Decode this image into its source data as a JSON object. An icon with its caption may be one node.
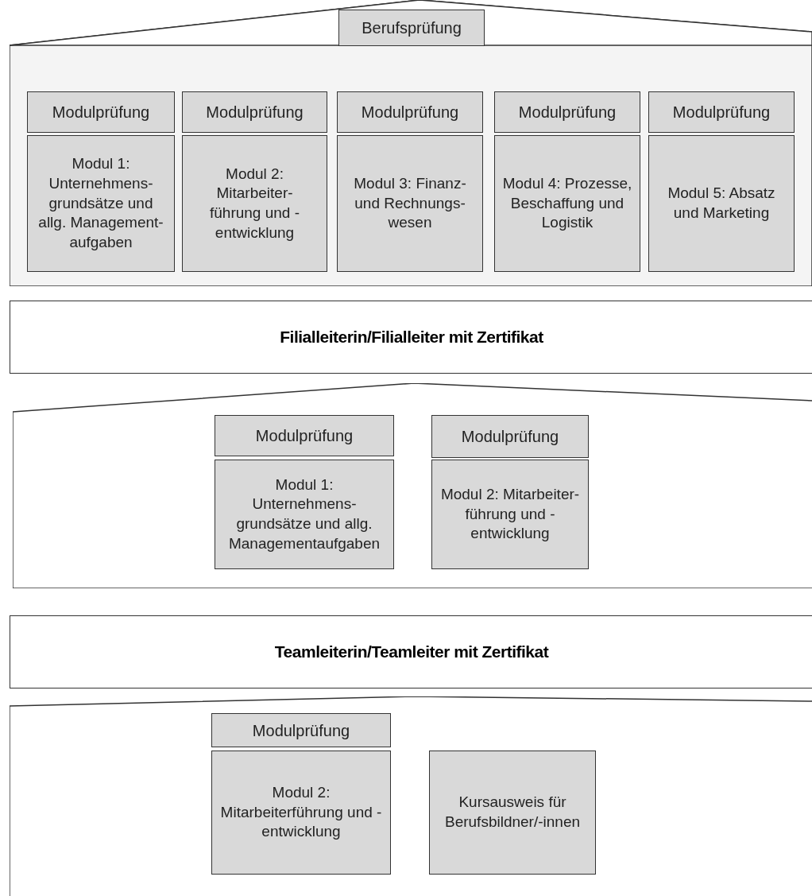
{
  "diagram": {
    "nodes": [
      {
        "text": [],
        "shape": "box"
      },
      {
        "text": [
          "Berufsprüfung"
        ],
        "in": 0
      },
      {
        "text": [
          "Modulprüfung"
        ],
        "in": 0
      },
      {
        "text": [
          "Modulprüfung"
        ],
        "in": 0
      },
      {
        "text": [
          "Modulprüfung"
        ],
        "in": 0
      },
      {
        "text": [
          "Modulprüfung"
        ],
        "in": 0
      },
      {
        "text": [
          "Modulprüfung"
        ],
        "in": 0
      },
      {
        "text": [
          "Modul 1: Unternehmens- grundsätze und allg. Management- aufgaben"
        ],
        "in": 0
      },
      {
        "text": [
          "Modul 2: Mitarbeiter- führung und - entwicklung"
        ],
        "in": 0
      },
      {
        "text": [
          "Modul 3: Finanz- und Rechnungs- wesen"
        ],
        "in": 0
      },
      {
        "text": [
          "Modul 4: Prozesse, Beschaffung und Logistik"
        ],
        "in": 0
      },
      {
        "text": [
          "Modul 5: Absatz und Marketing"
        ],
        "in": 0
      },
      {
        "text": [
          "Filialleiterin/Filialleiter mit Zertifikat"
        ]
      },
      {
        "text": [],
        "shape": "box"
      },
      {
        "text": [
          "Modulprüfung"
        ],
        "in": 13
      },
      {
        "text": [
          "Modulprüfung"
        ],
        "in": 13
      },
      {
        "text": [
          "Modul 1: Unternehmens- grundsätze und allg. Managementaufgaben"
        ],
        "in": 13
      },
      {
        "text": [
          "Modul 2: Mitarbeiter- führung und - entwicklung"
        ],
        "in": 13
      },
      {
        "text": [
          "Teamleiterin/Teamleiter mit Zertifikat"
        ]
      },
      {
        "text": [],
        "shape": "box"
      },
      {
        "text": [
          "Modulprüfung"
        ],
        "in": 19
      },
      {
        "text": [
          "Modul 2: Mitarbeiterführung und -entwicklung"
        ],
        "in": 19
      },
      {
        "text": [
          "Kursausweis für Berufsbildner/-innen"
        ],
        "in": 19
      }
    ],
    "edges": []
  }
}
